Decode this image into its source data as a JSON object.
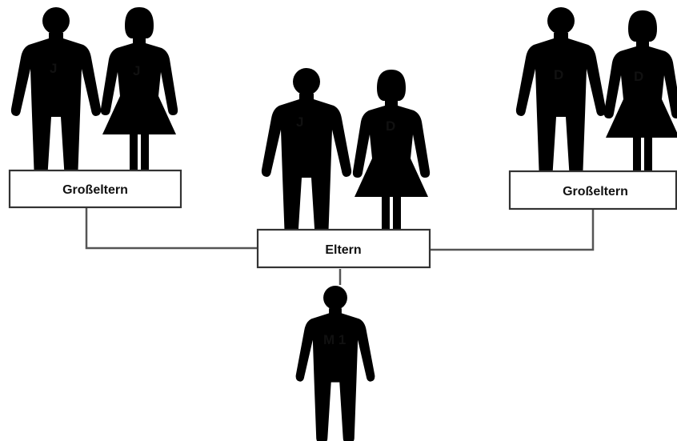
{
  "diagram": {
    "boxes": {
      "grandparents_left": "Großeltern",
      "parents": "Eltern",
      "grandparents_right": "Großeltern"
    },
    "people": {
      "grandfather_left": "J",
      "grandmother_left": "J",
      "father": "J",
      "mother": "D",
      "grandfather_right": "D",
      "grandmother_right": "D",
      "child": "M 1"
    }
  }
}
